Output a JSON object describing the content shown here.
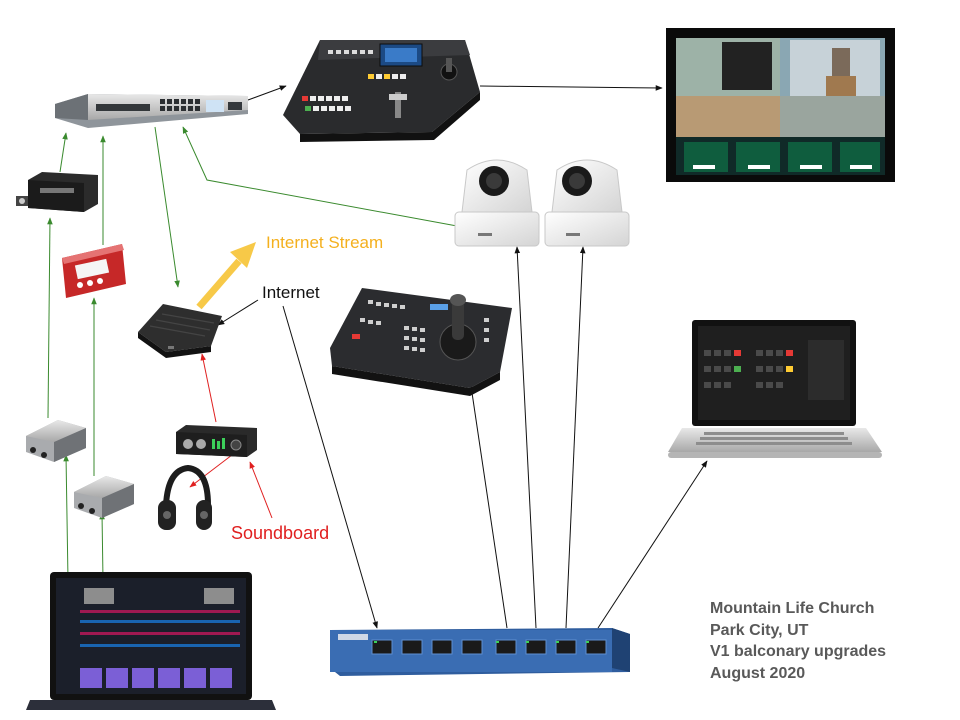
{
  "labels": {
    "internet_stream": "Internet Stream",
    "internet": "Internet",
    "soundboard": "Soundboard"
  },
  "caption": {
    "line1": "Mountain Life Church",
    "line2": "Park City, UT",
    "line3": "V1 balconary upgrades",
    "line4": "August 2020"
  },
  "colors": {
    "video_link": "#3a8a2e",
    "audio_link": "#e02020",
    "network_link": "#111111",
    "stream_arrow": "#f7c948",
    "stream_label": "#f4b01e",
    "caption_text": "#595959"
  },
  "devices": [
    "video-router-icon",
    "atem-switcher-panel-icon",
    "program-monitor-icon",
    "ptz-camera-icon",
    "ptz-camera-icon",
    "ptz-joystick-controller-icon",
    "streaming-encoder-icon",
    "audio-interface-icon",
    "headphones-icon",
    "sdi-converter-icon",
    "sdi-converter-icon",
    "converter-red-icon",
    "distribution-amplifier-icon",
    "laptop-software-control-icon",
    "laptop-media-server-icon",
    "network-switch-icon"
  ]
}
